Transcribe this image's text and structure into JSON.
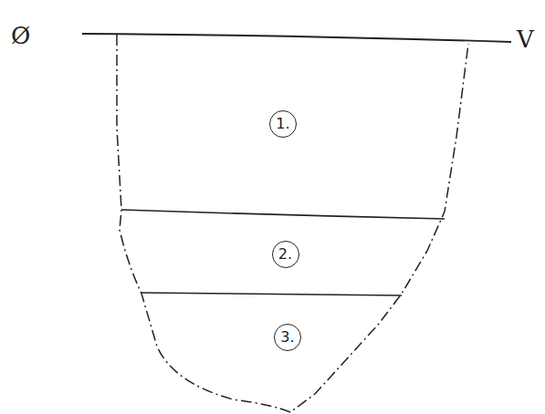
{
  "diagram": {
    "nodes": [
      {
        "text": [
          "1."
        ]
      },
      {
        "text": [
          "2."
        ]
      },
      {
        "text": [
          "3."
        ]
      }
    ],
    "labels": [
      "Ø",
      "V"
    ]
  }
}
